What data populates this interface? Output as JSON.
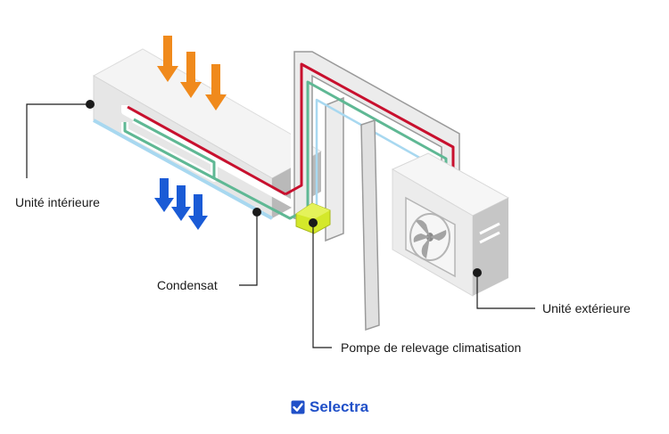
{
  "labels": {
    "indoor_unit": "Unité intérieure",
    "condensate": "Condensat",
    "pump": "Pompe de relevage climatisation",
    "outdoor_unit": "Unité extérieure"
  },
  "brand": {
    "name": "Selectra",
    "color": "#2050c8"
  },
  "colors": {
    "hot_air": "#f08a1c",
    "cold_air": "#1a5bd6",
    "refrigerant_hot": "#c8102e",
    "refrigerant_cold": "#5fb894",
    "condensate": "#a8d8f0",
    "pump": "#d4e82a",
    "unit_body": "#ececec"
  }
}
